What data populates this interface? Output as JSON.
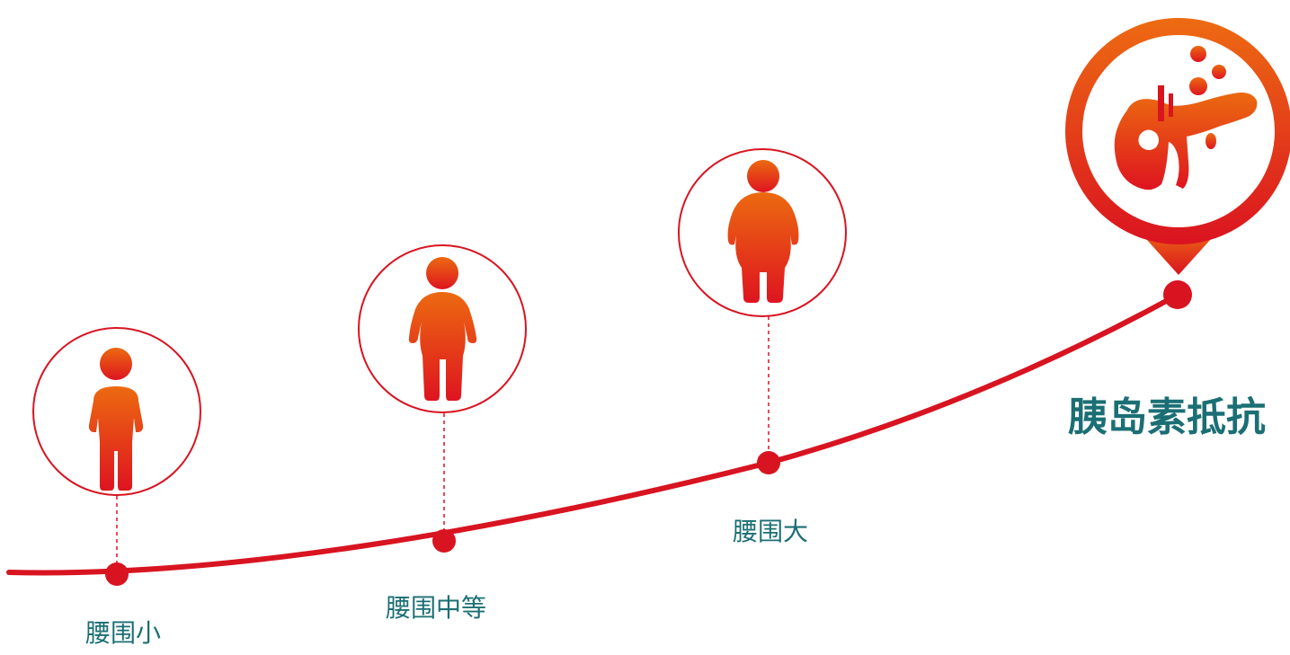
{
  "stages": [
    {
      "label": "腰围小",
      "icon": "slim-person-icon"
    },
    {
      "label": "腰围中等",
      "icon": "medium-person-icon"
    },
    {
      "label": "腰围大",
      "icon": "large-person-icon"
    }
  ],
  "end": {
    "label": "胰岛素抵抗",
    "icon": "pancreas-icon"
  },
  "colors": {
    "curve": "#d81421",
    "text": "#1b6f74",
    "gradient_top": "#ec6a10",
    "gradient_bottom": "#de1420"
  }
}
